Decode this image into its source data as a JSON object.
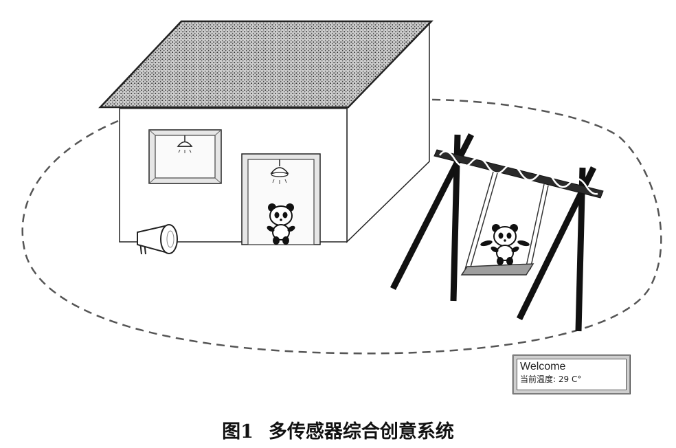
{
  "display": {
    "greeting": "Welcome",
    "temperature_label": "当前温度:",
    "temperature_value": "29 C°"
  },
  "caption": {
    "figure_label": "图1",
    "figure_title": "多传感器综合创意系统"
  },
  "icons": [
    "house",
    "ceiling-lamp-icon",
    "panda",
    "speaker-icon",
    "swing",
    "sensor-range-boundary"
  ]
}
